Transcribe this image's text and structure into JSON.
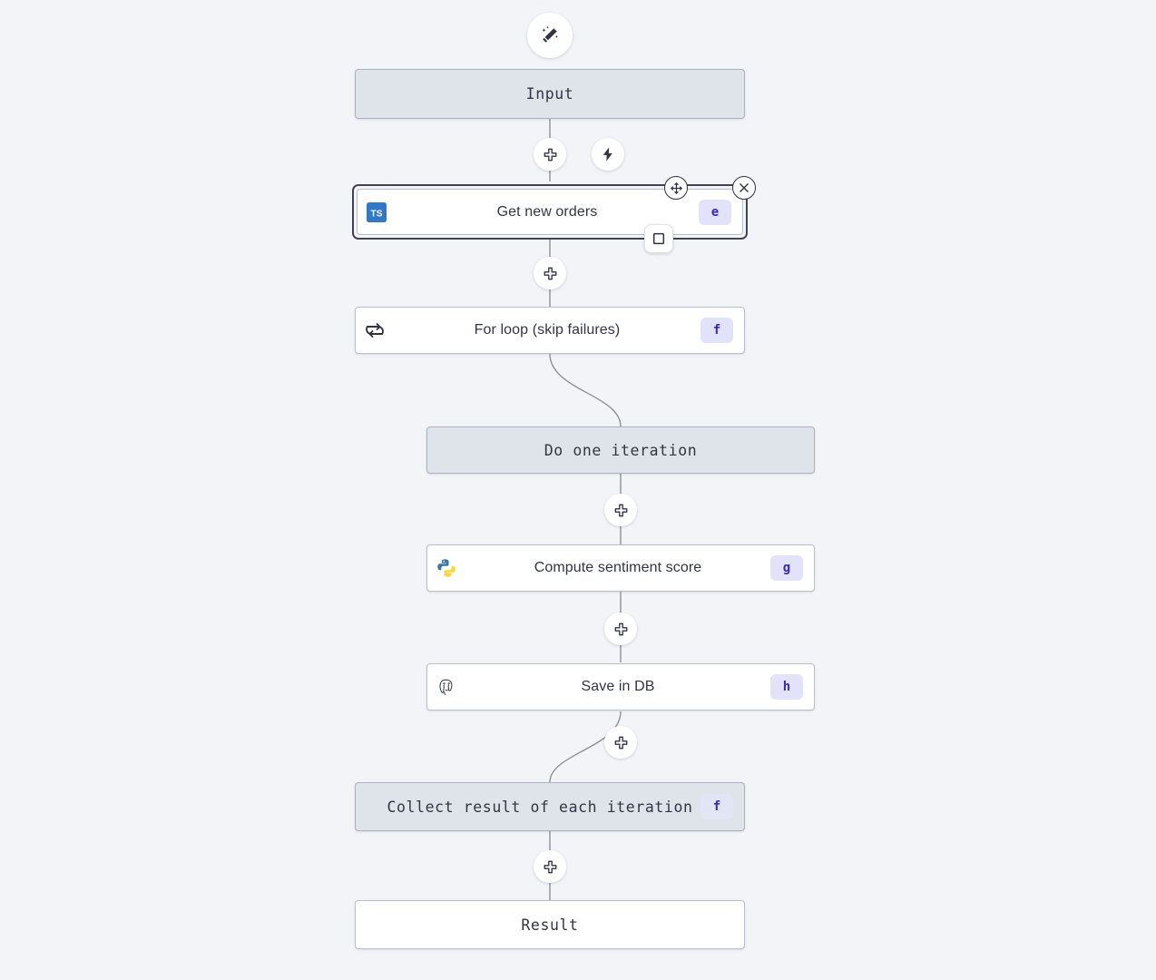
{
  "canvas": {
    "background": "#f2f4f7",
    "accent_badge_bg": "#e2e3fb",
    "accent_badge_fg": "#3a26c4",
    "node_fill": "#dfe4eb",
    "node_border": "#b9bfcb",
    "selected_border": "#3f4455"
  },
  "toolbar": {
    "ai_button": {
      "icon": "magic-wand-icon",
      "label": ""
    },
    "trigger_button": {
      "icon": "lightning-bolt-icon",
      "label": ""
    }
  },
  "nodes": [
    {
      "id": "input",
      "label": "Input",
      "font": "mono",
      "style": "fill",
      "icon": "",
      "badge": ""
    },
    {
      "id": "get-new-orders",
      "label": "Get new orders",
      "font": "sans",
      "style": "plain",
      "icon": "typescript-icon",
      "badge": "e",
      "selected": true
    },
    {
      "id": "for-loop",
      "label": "For loop (skip failures)",
      "font": "sans",
      "style": "plain",
      "icon": "loop-icon",
      "badge": "f"
    },
    {
      "id": "do-one-iteration",
      "label": "Do one iteration",
      "font": "mono",
      "style": "fill",
      "icon": "",
      "badge": ""
    },
    {
      "id": "compute-sentiment-score",
      "label": "Compute sentiment score",
      "font": "sans",
      "style": "plain",
      "icon": "python-icon",
      "badge": "g"
    },
    {
      "id": "save-in-db",
      "label": "Save in DB",
      "font": "sans",
      "style": "plain",
      "icon": "postgresql-icon",
      "badge": "h"
    },
    {
      "id": "collect-result",
      "label": "Collect result of each iteration",
      "font": "mono",
      "style": "fill",
      "icon": "",
      "badge": "f"
    },
    {
      "id": "result",
      "label": "Result",
      "font": "mono",
      "style": "plain",
      "icon": "",
      "badge": ""
    }
  ],
  "add_buttons": [
    {
      "id": "add-after-input",
      "icon": "plus-icon"
    },
    {
      "id": "add-after-get-new-orders",
      "icon": "plus-icon"
    },
    {
      "id": "add-after-do-one-iteration",
      "icon": "plus-icon"
    },
    {
      "id": "add-after-compute-sentiment-score",
      "icon": "plus-icon"
    },
    {
      "id": "add-after-save-in-db",
      "icon": "plus-icon"
    },
    {
      "id": "add-after-collect-result",
      "icon": "plus-icon"
    }
  ],
  "selection": {
    "move_handle": {
      "icon": "move-icon"
    },
    "close_button": {
      "icon": "close-icon"
    },
    "square_button": {
      "icon": "square-icon"
    }
  }
}
